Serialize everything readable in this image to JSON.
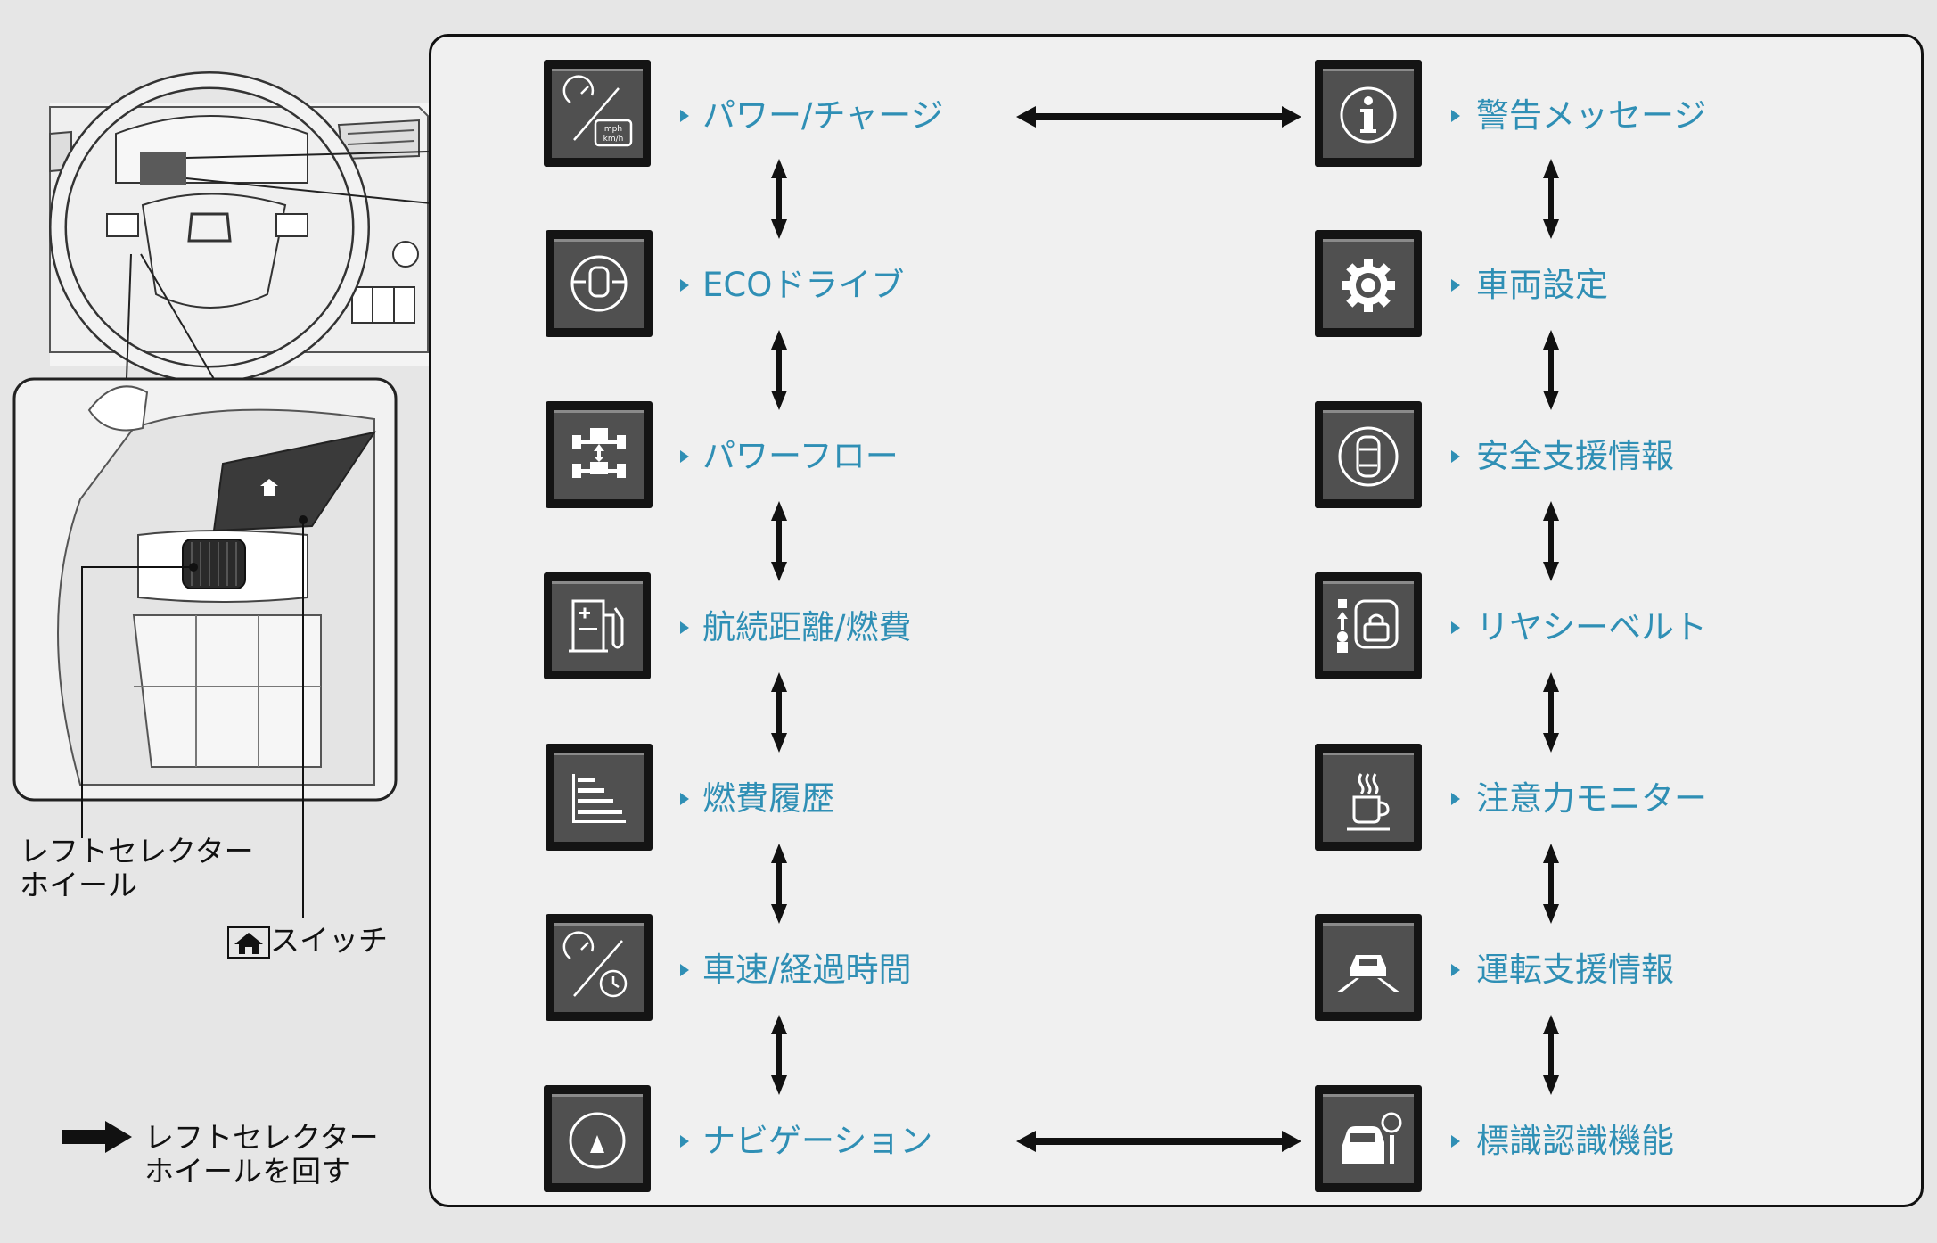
{
  "left_items": [
    {
      "label": "パワー/チャージ",
      "icon": "power-charge-icon"
    },
    {
      "label": "ECOドライブ",
      "icon": "eco-drive-icon"
    },
    {
      "label": "パワーフロー",
      "icon": "power-flow-icon"
    },
    {
      "label": "航続距離/燃費",
      "icon": "fuel-station-icon"
    },
    {
      "label": "燃費履歴",
      "icon": "bar-history-icon"
    },
    {
      "label": "車速/経過時間",
      "icon": "speed-clock-icon"
    },
    {
      "label": "ナビゲーション",
      "icon": "compass-icon"
    }
  ],
  "right_items": [
    {
      "label": "警告メッセージ",
      "icon": "info-icon"
    },
    {
      "label": "車両設定",
      "icon": "gear-icon"
    },
    {
      "label": "安全支援情報",
      "icon": "car-top-circle-icon"
    },
    {
      "label": "リヤシーベルト",
      "icon": "rear-seatbelt-icon"
    },
    {
      "label": "注意力モニター",
      "icon": "coffee-cup-icon"
    },
    {
      "label": "運転支援情報",
      "icon": "lane-car-icon"
    },
    {
      "label": "標識認識機能",
      "icon": "sign-recognition-icon"
    }
  ],
  "captions": {
    "selector_wheel": [
      "レフトセレクター",
      "ホイール"
    ],
    "home_switch": "スイッチ",
    "legend": [
      "レフトセレクター",
      "ホイールを回す"
    ]
  },
  "tile_icon_text": {
    "speed_units": [
      "mph",
      "km/h"
    ]
  },
  "colors": {
    "label_blue": "#2f8fb5",
    "tile_dark": "#141414",
    "tile_face": "#505050"
  }
}
